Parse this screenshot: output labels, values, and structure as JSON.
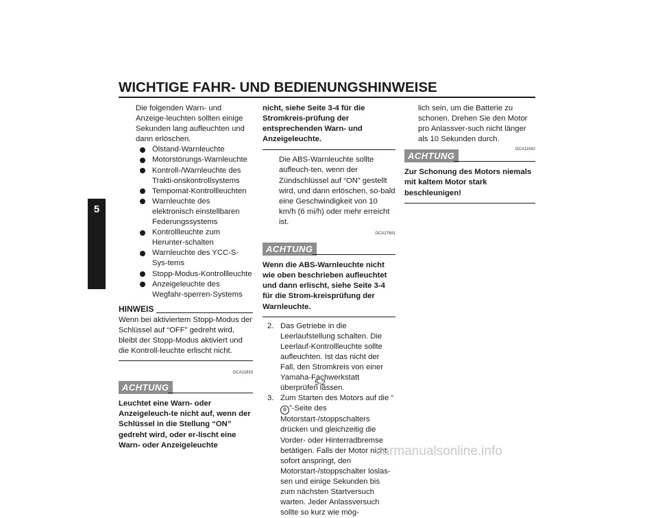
{
  "header": {
    "title": "WICHTIGE FAHR- UND BEDIENUNGSHINWEISE"
  },
  "side_tab": {
    "label": "5"
  },
  "col1": {
    "intro": "Die folgenden Warn- und Anzeige-leuchten sollten einige Sekunden lang aufleuchten und dann erlöschen.",
    "bullets": [
      "Ölstand-Warnleuchte",
      "Motorstörungs-Warnleuchte",
      "Kontroll-/Warnleuchte des Trakti-onskontrollsystems",
      "Tempomat-Kontrollleuchten",
      "Warnleuchte des elektronisch einstellbaren Federungssystems",
      "Kontrollleuchte zum Herunter-schalten",
      "Warnleuchte des YCC-S-Sys-tems",
      "Stopp-Modus-Kontrollleuchte",
      "Anzeigeleuchte des Wegfahr-sperren-Systems"
    ],
    "hinweis_label": "HINWEIS",
    "hinweis_text": "Wenn bei aktiviertem Stopp-Modus der Schlüssel auf “OFF” gedreht wird, bleibt der Stopp-Modus aktiviert und die Kontroll-leuchte erlischt nicht.",
    "code": "GCA11833",
    "achtung_label": "ACHTUNG",
    "achtung_text": "Leuchtet eine Warn- oder Anzeigeleuch-te nicht auf, wenn der Schlüssel in die Stellung “ON” gedreht wird, oder er-lischt eine Warn- oder Anzeigeleuchte"
  },
  "col2": {
    "cont_bold": "nicht, siehe Seite 3-4 für die Stromkreis-prüfung der entsprechenden Warn- und Anzeigeleuchte.",
    "abs_text": "Die ABS-Warnleuchte sollte aufleuch-ten, wenn der Zündschlüssel auf “ON” gestellt wird, und dann erlöschen, so-bald eine Geschwindigkeit von 10 km/h (6 mi/h) oder mehr erreicht ist.",
    "code": "GCA17681",
    "achtung_label": "ACHTUNG",
    "achtung_text": "Wenn die ABS-Warnleuchte nicht wie oben beschrieben aufleuchtet und dann erlischt, siehe Seite 3-4 für die Strom-kreisprüfung der Warnleuchte.",
    "step2_num": "2.",
    "step2_text": "Das Getriebe in die Leerlaufstellung schalten. Die Leerlauf-Kontrollleuchte sollte aufleuchten. Ist das nicht der Fall, den Stromkreis von einer Yamaha-Fachwerkstatt überprüfen lassen.",
    "step3_num": "3.",
    "step3_pre": "Zum Starten des Motors auf die “",
    "step3_symbol": "⚙",
    "step3_post": "”-Seite des Motorstart-/stoppschalters drücken und gleichzeitig die Vorder- oder Hinterradbremse betätigen. Falls der Motor nicht sofort anspringt, den Motorstart-/stoppschalter loslas-sen und einige Sekunden bis zum nächsten Startversuch warten. Jeder Anlassversuch sollte so kurz wie mög-"
  },
  "col3": {
    "cont_text": "lich sein, um die Batterie zu schonen. Drehen Sie den Motor pro Anlassver-such nicht länger als 10 Sekunden durch.",
    "achtung_label": "ACHTUNG",
    "code": "GCA11042",
    "achtung_text": "Zur Schonung des Motors niemals mit kaltem Motor stark beschleunigen!"
  },
  "footer": {
    "page_number": "5-2",
    "watermark": "carmanualsonline.info"
  }
}
